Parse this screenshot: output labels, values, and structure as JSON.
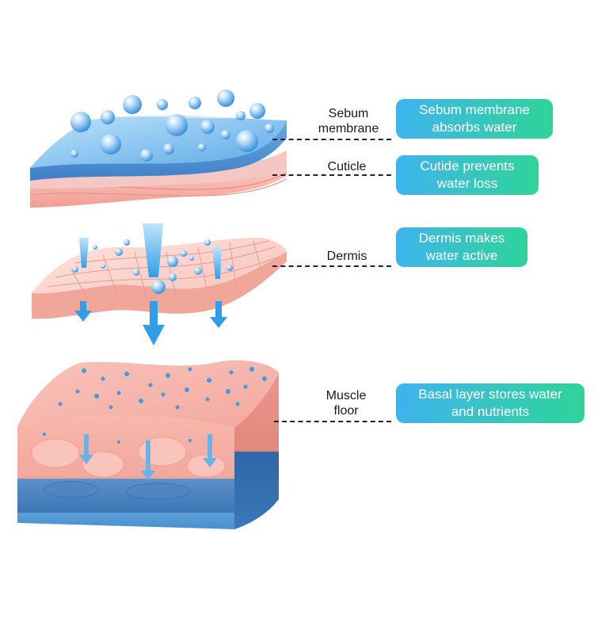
{
  "layers": [
    {
      "label_lines": [
        "Sebum",
        "membrane"
      ],
      "description_lines": [
        "Sebum membrane",
        "absorbs water"
      ]
    },
    {
      "label_lines": [
        "Cuticle"
      ],
      "description_lines": [
        "Cutide prevents",
        "water loss"
      ]
    },
    {
      "label_lines": [
        "Dermis"
      ],
      "description_lines": [
        "Dermis makes",
        "water active"
      ]
    },
    {
      "label_lines": [
        "Muscle",
        "floor"
      ],
      "description_lines": [
        "Basal layer stores water",
        "and nutrients"
      ]
    }
  ],
  "colors": {
    "pill_gradient_start": "#3fb3ef",
    "pill_gradient_end": "#2fd39a",
    "skin_pink": "#f6b8b0",
    "water_blue": "#4aa8e8",
    "deep_blue": "#2f78b8"
  }
}
